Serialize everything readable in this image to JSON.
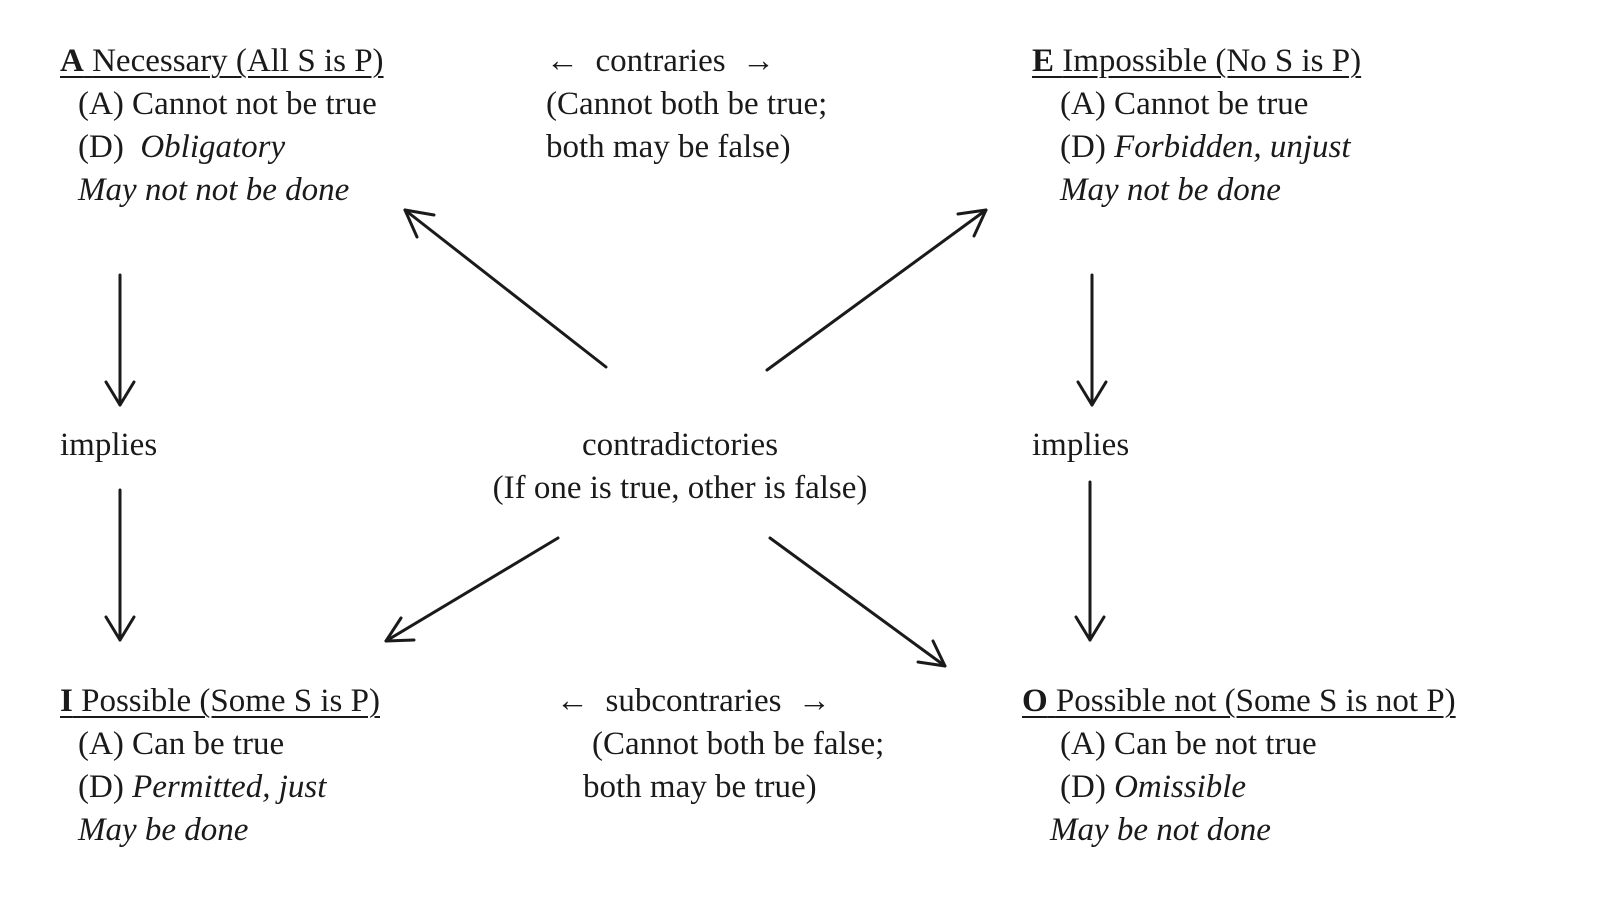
{
  "corners": {
    "A": {
      "letter": "A",
      "title": "Necessary (All S is P)",
      "alethic": "(A) Cannot not be true",
      "deontic_prefix": "(D)",
      "deontic": "Obligatory",
      "gloss": "May not not be done"
    },
    "E": {
      "letter": "E",
      "title": "Impossible (No S is P)",
      "alethic": "(A) Cannot be true",
      "deontic_prefix": "(D)",
      "deontic": "Forbidden, unjust",
      "gloss": "May not be done"
    },
    "I": {
      "letter": "I",
      "title": "Possible (Some S is P)",
      "alethic": "(A) Can be true",
      "deontic_prefix": "(D)",
      "deontic": "Permitted, just",
      "gloss": "May be done"
    },
    "O": {
      "letter": "O",
      "title": "Possible not (Some S is not P)",
      "alethic": "(A) Can be not true",
      "deontic_prefix": "(D)",
      "deontic": "Omissible",
      "gloss": "May be not done"
    }
  },
  "relations": {
    "contraries": {
      "label": "contraries",
      "line1": "(Cannot both be true;",
      "line2": "both may be false)"
    },
    "subcontraries": {
      "label": "subcontraries",
      "line1": "(Cannot both be false;",
      "line2": "both may be true)"
    },
    "contradictories": {
      "label": "contradictories",
      "line1": "(If one is true, other is false)"
    },
    "implies_left": "implies",
    "implies_right": "implies"
  },
  "glyphs": {
    "left_arrow": "←",
    "right_arrow": "→"
  }
}
